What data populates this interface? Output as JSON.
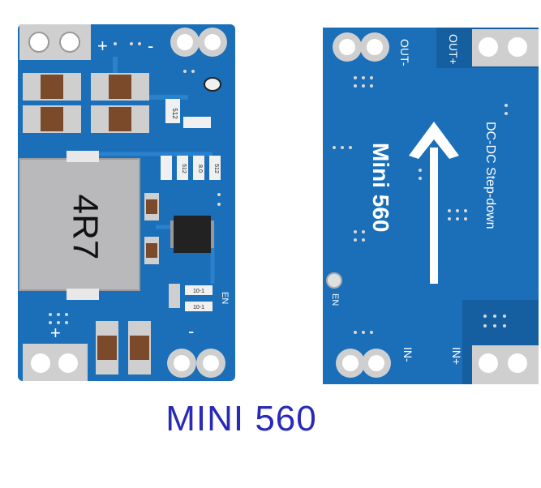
{
  "caption": "MINI 560",
  "colors": {
    "pcb": "#1a6fb8",
    "pcb_dark": "#0f5a9a",
    "pad": "#c8c8c8",
    "inductor": "#b9b9bb",
    "caption": "#2a2ab8"
  },
  "front": {
    "plus_top": "+",
    "minus_top": "-",
    "inductor_code": "4R7",
    "resistor_code": "512",
    "resistor_code_2": "8.0",
    "resistor_code_3": "512",
    "resistor_code_4": "512",
    "en": "EN",
    "plus_bottom": "+",
    "minus_bottom": "-",
    "code_a": "10-1",
    "code_b": "10-1"
  },
  "back": {
    "out_minus": "OUT-",
    "out_plus": "OUT+",
    "title": "Mini 560",
    "subtitle": "DC-DC Step-down",
    "en": "EN",
    "in_minus": "IN-",
    "in_plus": "IN+"
  },
  "icons": [
    "arrow-up-icon"
  ]
}
